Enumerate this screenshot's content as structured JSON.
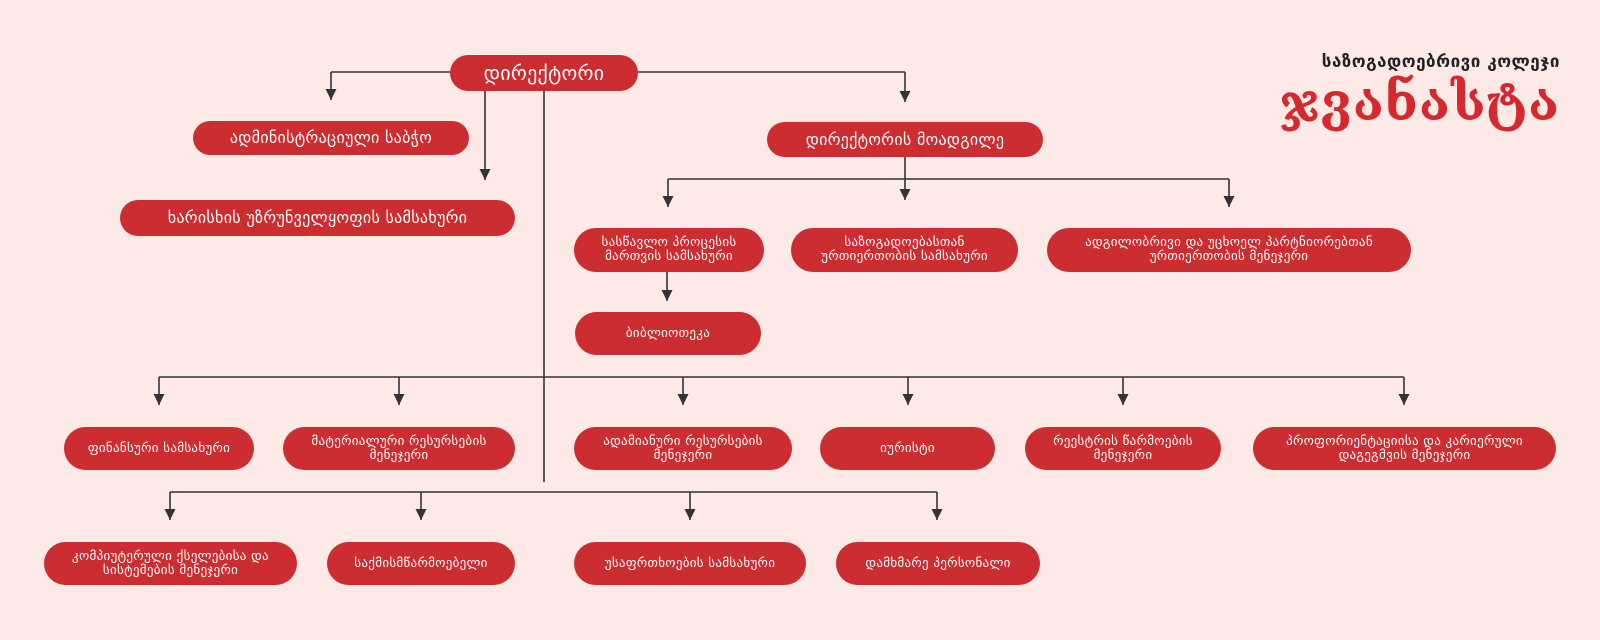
{
  "brand": {
    "subtitle": "საზოგადოებრივი კოლეჯი",
    "name": "ჯვანასტა"
  },
  "colors": {
    "background": "#fdeae7",
    "node": "#cc2d31",
    "line": "#333333"
  },
  "nodes": {
    "director": "დირექტორი",
    "admin_office": "ადმინისტრაციული საბჭო",
    "quality_service": "ხარისხის უზრუნველყოფის სამსახური",
    "deputy_director": "დირექტორის მოადგილე",
    "learning_process": [
      "სასწავლო პროცესის",
      "მართვის სამსახური"
    ],
    "public_relations": [
      "საზოგადოებასთან",
      "ურთიერთობის სამსახური"
    ],
    "partners_manager": [
      "ადგილობრივი და უცხოელ პარტნიორებთან",
      "ურთიერთობის მენეჯერი"
    ],
    "library": "ბიბლიოთეკა",
    "finance": "ფინანსური სამსახური",
    "material_resources": [
      "მატერიალური რესურსების",
      "მენეჯერი"
    ],
    "human_resources": [
      "ადამიანური რესურსების",
      "მენეჯერი"
    ],
    "lawyer": "იურისტი",
    "registry": [
      "რეესტრის წარმოების",
      "მენეჯერი"
    ],
    "career": [
      "პროფორიენტაციისა და კარიერული",
      "დაგეგმვის მენეჯერი"
    ],
    "computer_networks": [
      "კომპიუტერული ქსელებისა და",
      "სისტემების მენეჯერი"
    ],
    "clerk": "საქმისმწარმოებელი",
    "security": "უსაფრთხოების სამსახური",
    "support_staff": "დამხმარე პერსონალი"
  }
}
